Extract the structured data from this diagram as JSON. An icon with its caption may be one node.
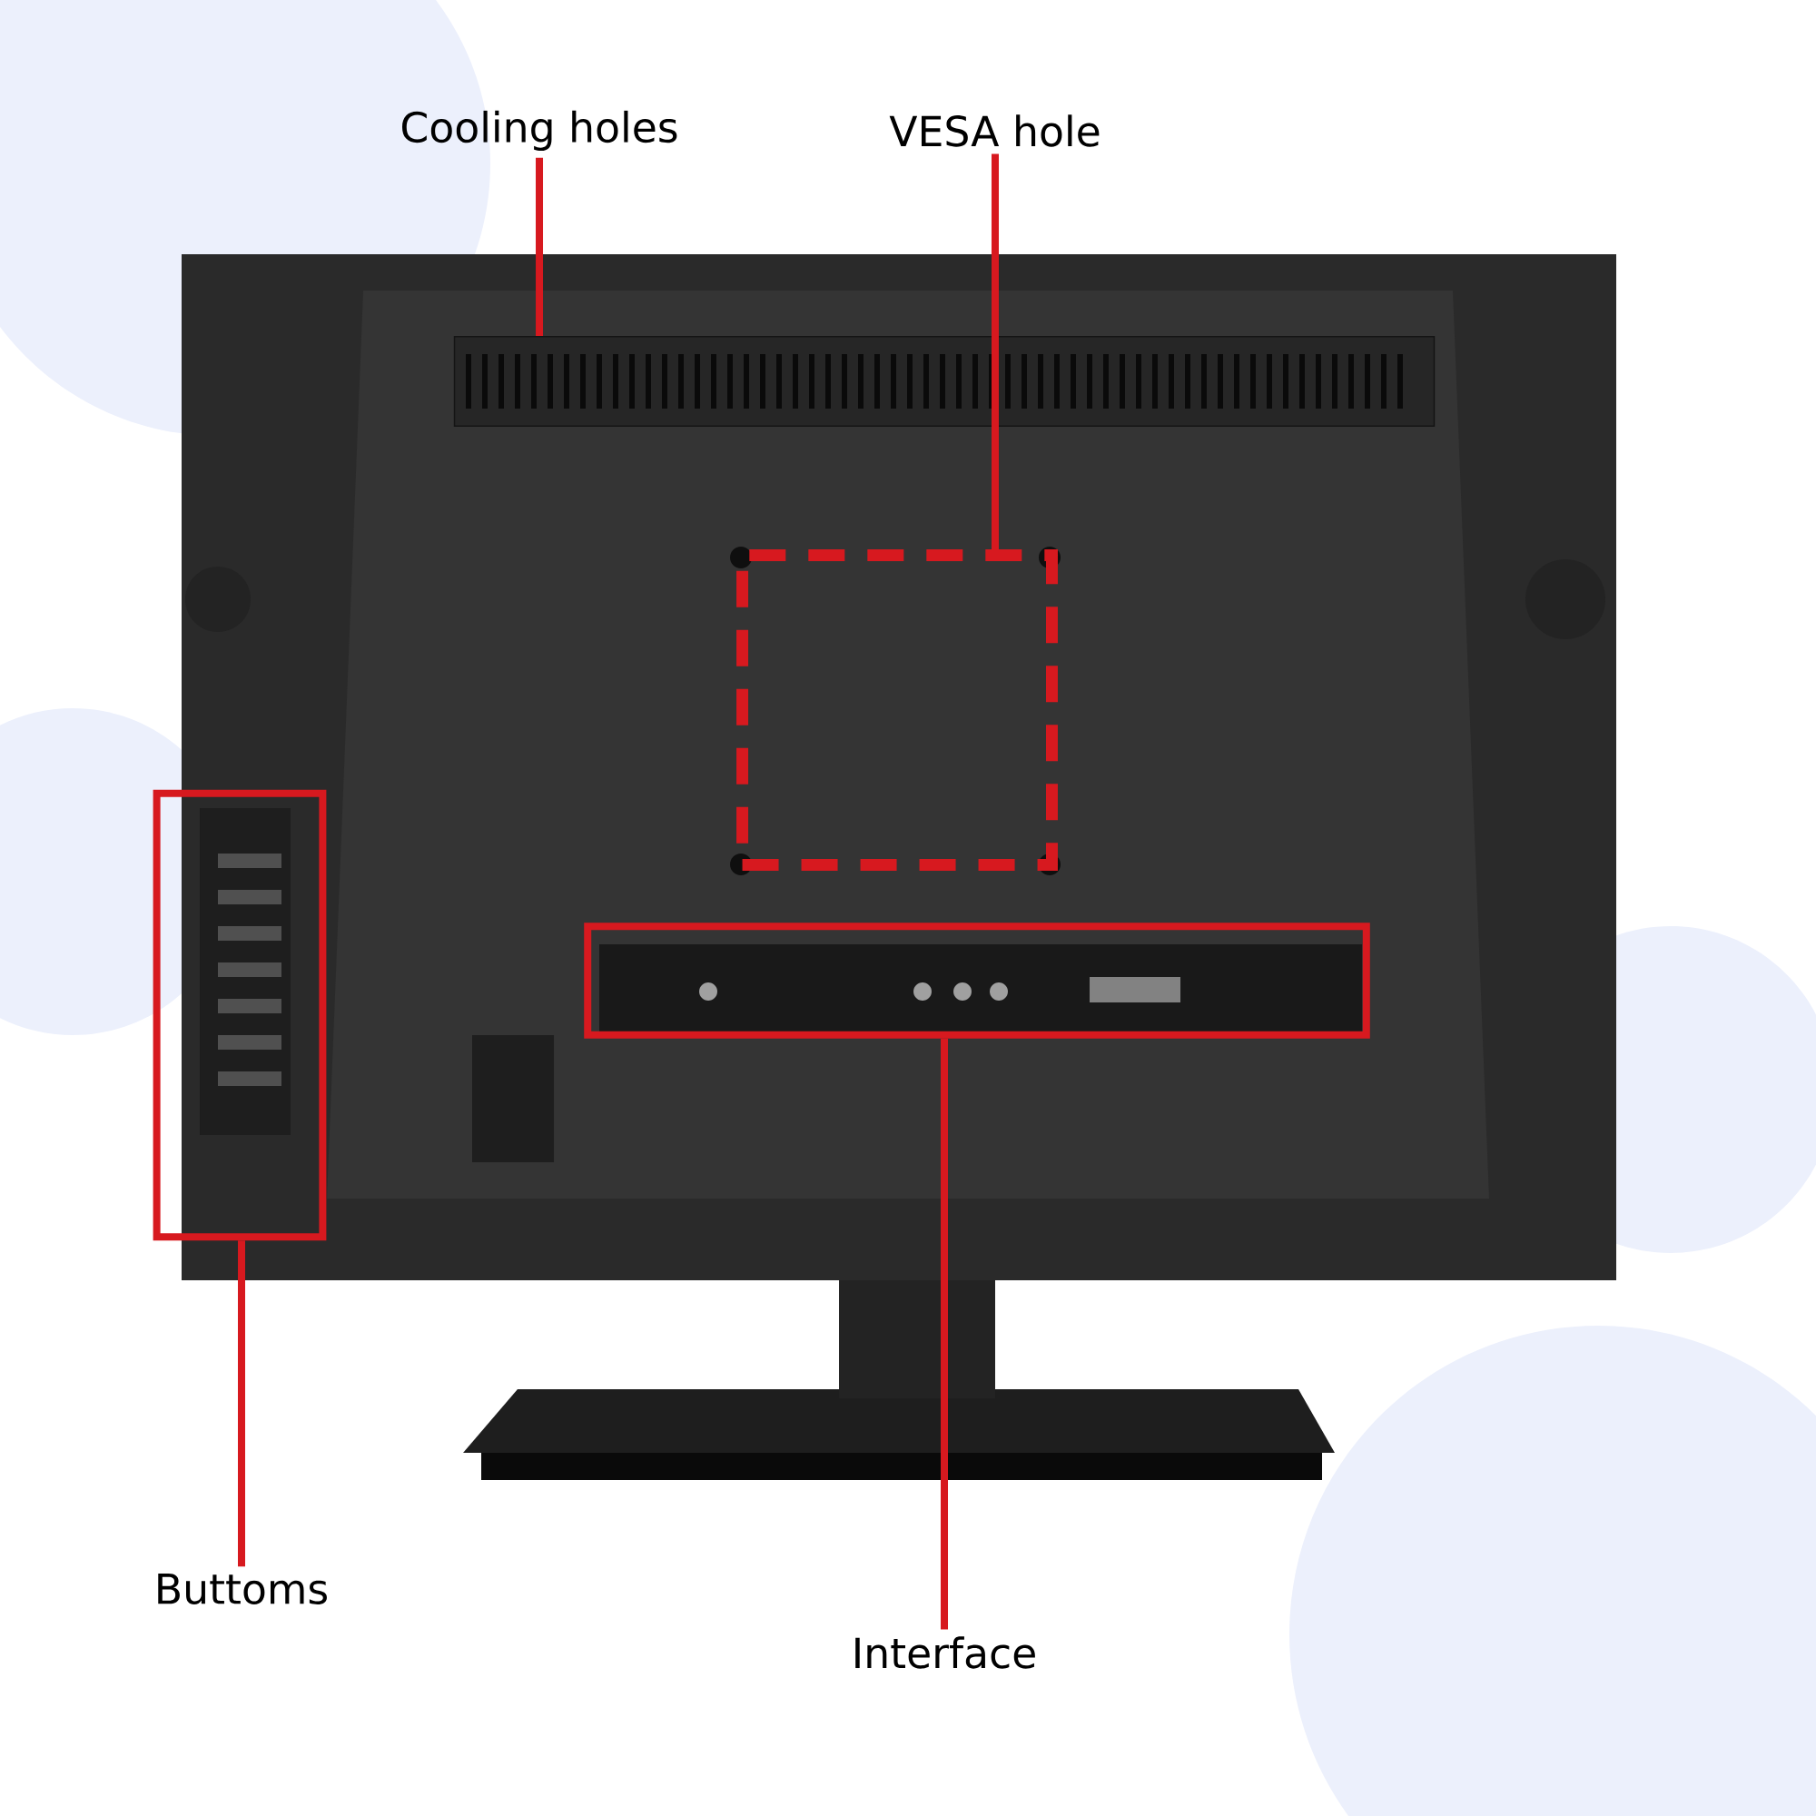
{
  "diagram": {
    "nodes": [
      {
        "text": [
          "Cooling holes"
        ]
      },
      {
        "text": [
          "VESA hole"
        ]
      },
      {
        "text": [
          "Buttoms"
        ]
      },
      {
        "text": [
          "Interface"
        ]
      },
      {
        "text": [],
        "shape": "box"
      },
      {
        "text": [],
        "shape": "box"
      },
      {
        "text": [],
        "shape": "box"
      },
      {
        "text": [],
        "shape": "box"
      }
    ],
    "edges": [
      {
        "from": 0,
        "to": 4,
        "arrow": "none",
        "color": "#d7191f"
      },
      {
        "from": 1,
        "to": 5,
        "arrow": "none",
        "color": "#d7191f"
      },
      {
        "from": 2,
        "to": 6,
        "arrow": "none",
        "color": "#d7191f"
      },
      {
        "from": 3,
        "to": 7,
        "arrow": "none",
        "color": "#d7191f"
      }
    ]
  }
}
